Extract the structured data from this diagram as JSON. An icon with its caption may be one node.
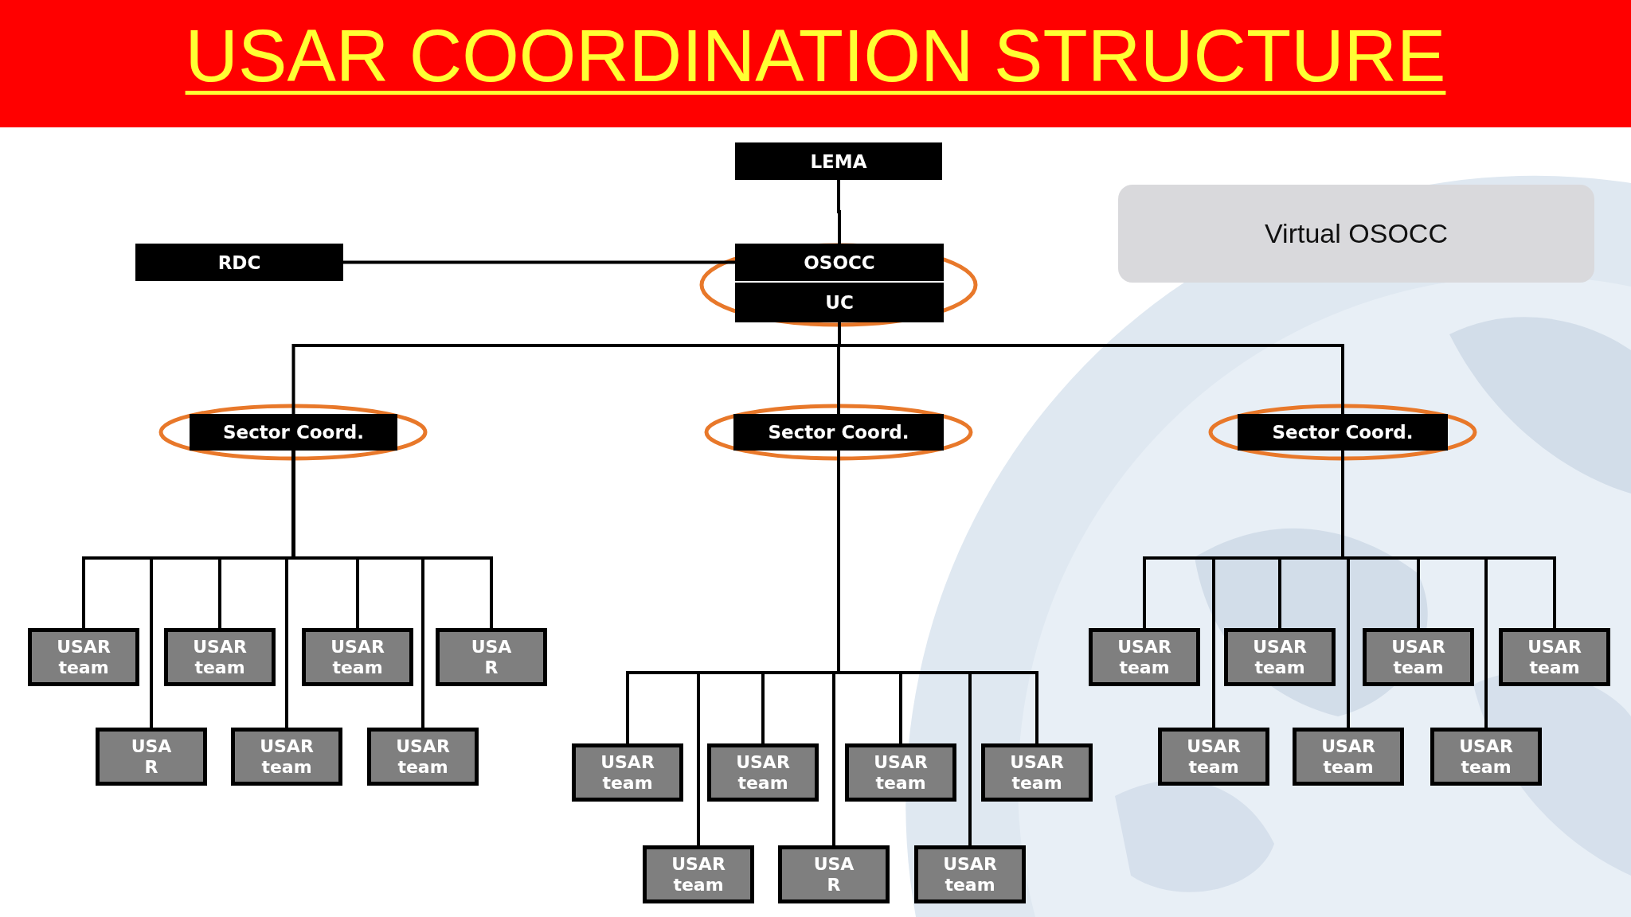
{
  "diagram": {
    "title": "USAR COORDINATION STRUCTURE",
    "nodes": [
      {
        "text": [
          "LEMA"
        ]
      },
      {
        "text": [
          "Virtual OSOCC"
        ]
      },
      {
        "text": [
          "RDC"
        ]
      },
      {
        "text": [
          "OSOCC"
        ]
      },
      {
        "text": [
          "UC"
        ]
      },
      {
        "text": [
          "Sector Coord."
        ]
      },
      {
        "text": [
          "Sector Coord."
        ]
      },
      {
        "text": [
          "Sector Coord."
        ]
      },
      {
        "text": [
          "USAR team"
        ]
      },
      {
        "text": [
          "USAR team"
        ]
      },
      {
        "text": [
          "USAR team"
        ]
      },
      {
        "text": [
          "USA R"
        ]
      },
      {
        "text": [
          "USA R"
        ]
      },
      {
        "text": [
          "USAR team"
        ]
      },
      {
        "text": [
          "USAR team"
        ]
      },
      {
        "text": [
          "USAR team"
        ]
      },
      {
        "text": [
          "USAR team"
        ]
      },
      {
        "text": [
          "USAR team"
        ]
      },
      {
        "text": [
          "USAR team"
        ]
      },
      {
        "text": [
          "USAR team"
        ]
      },
      {
        "text": [
          "USA R"
        ]
      },
      {
        "text": [
          "USAR team"
        ]
      },
      {
        "text": [
          "USAR team"
        ]
      },
      {
        "text": [
          "USAR team"
        ]
      },
      {
        "text": [
          "USAR team"
        ]
      },
      {
        "text": [
          "USAR team"
        ]
      },
      {
        "text": [
          "USAR team"
        ]
      },
      {
        "text": [
          "USAR team"
        ]
      },
      {
        "text": [
          "USAR team"
        ]
      }
    ],
    "edges": [
      {
        "from": 0,
        "to": 3,
        "arrow": "none"
      },
      {
        "from": 2,
        "to": 3,
        "arrow": "none"
      },
      {
        "from": 4,
        "to": 5,
        "arrow": "none"
      },
      {
        "from": 4,
        "to": 6,
        "arrow": "none"
      },
      {
        "from": 4,
        "to": 7,
        "arrow": "none"
      },
      {
        "from": 5,
        "to": 8,
        "arrow": "none"
      },
      {
        "from": 5,
        "to": 9,
        "arrow": "none"
      },
      {
        "from": 5,
        "to": 10,
        "arrow": "none"
      },
      {
        "from": 5,
        "to": 11,
        "arrow": "none"
      },
      {
        "from": 5,
        "to": 12,
        "arrow": "none"
      },
      {
        "from": 5,
        "to": 13,
        "arrow": "none"
      },
      {
        "from": 5,
        "to": 14,
        "arrow": "none"
      },
      {
        "from": 6,
        "to": 15,
        "arrow": "none"
      },
      {
        "from": 6,
        "to": 16,
        "arrow": "none"
      },
      {
        "from": 6,
        "to": 17,
        "arrow": "none"
      },
      {
        "from": 6,
        "to": 18,
        "arrow": "none"
      },
      {
        "from": 6,
        "to": 19,
        "arrow": "none"
      },
      {
        "from": 6,
        "to": 20,
        "arrow": "none"
      },
      {
        "from": 6,
        "to": 21,
        "arrow": "none"
      },
      {
        "from": 7,
        "to": 22,
        "arrow": "none"
      },
      {
        "from": 7,
        "to": 23,
        "arrow": "none"
      },
      {
        "from": 7,
        "to": 24,
        "arrow": "none"
      },
      {
        "from": 7,
        "to": 25,
        "arrow": "none"
      },
      {
        "from": 7,
        "to": 26,
        "arrow": "none"
      },
      {
        "from": 7,
        "to": 27,
        "arrow": "none"
      },
      {
        "from": 7,
        "to": 28,
        "arrow": "none"
      }
    ]
  }
}
